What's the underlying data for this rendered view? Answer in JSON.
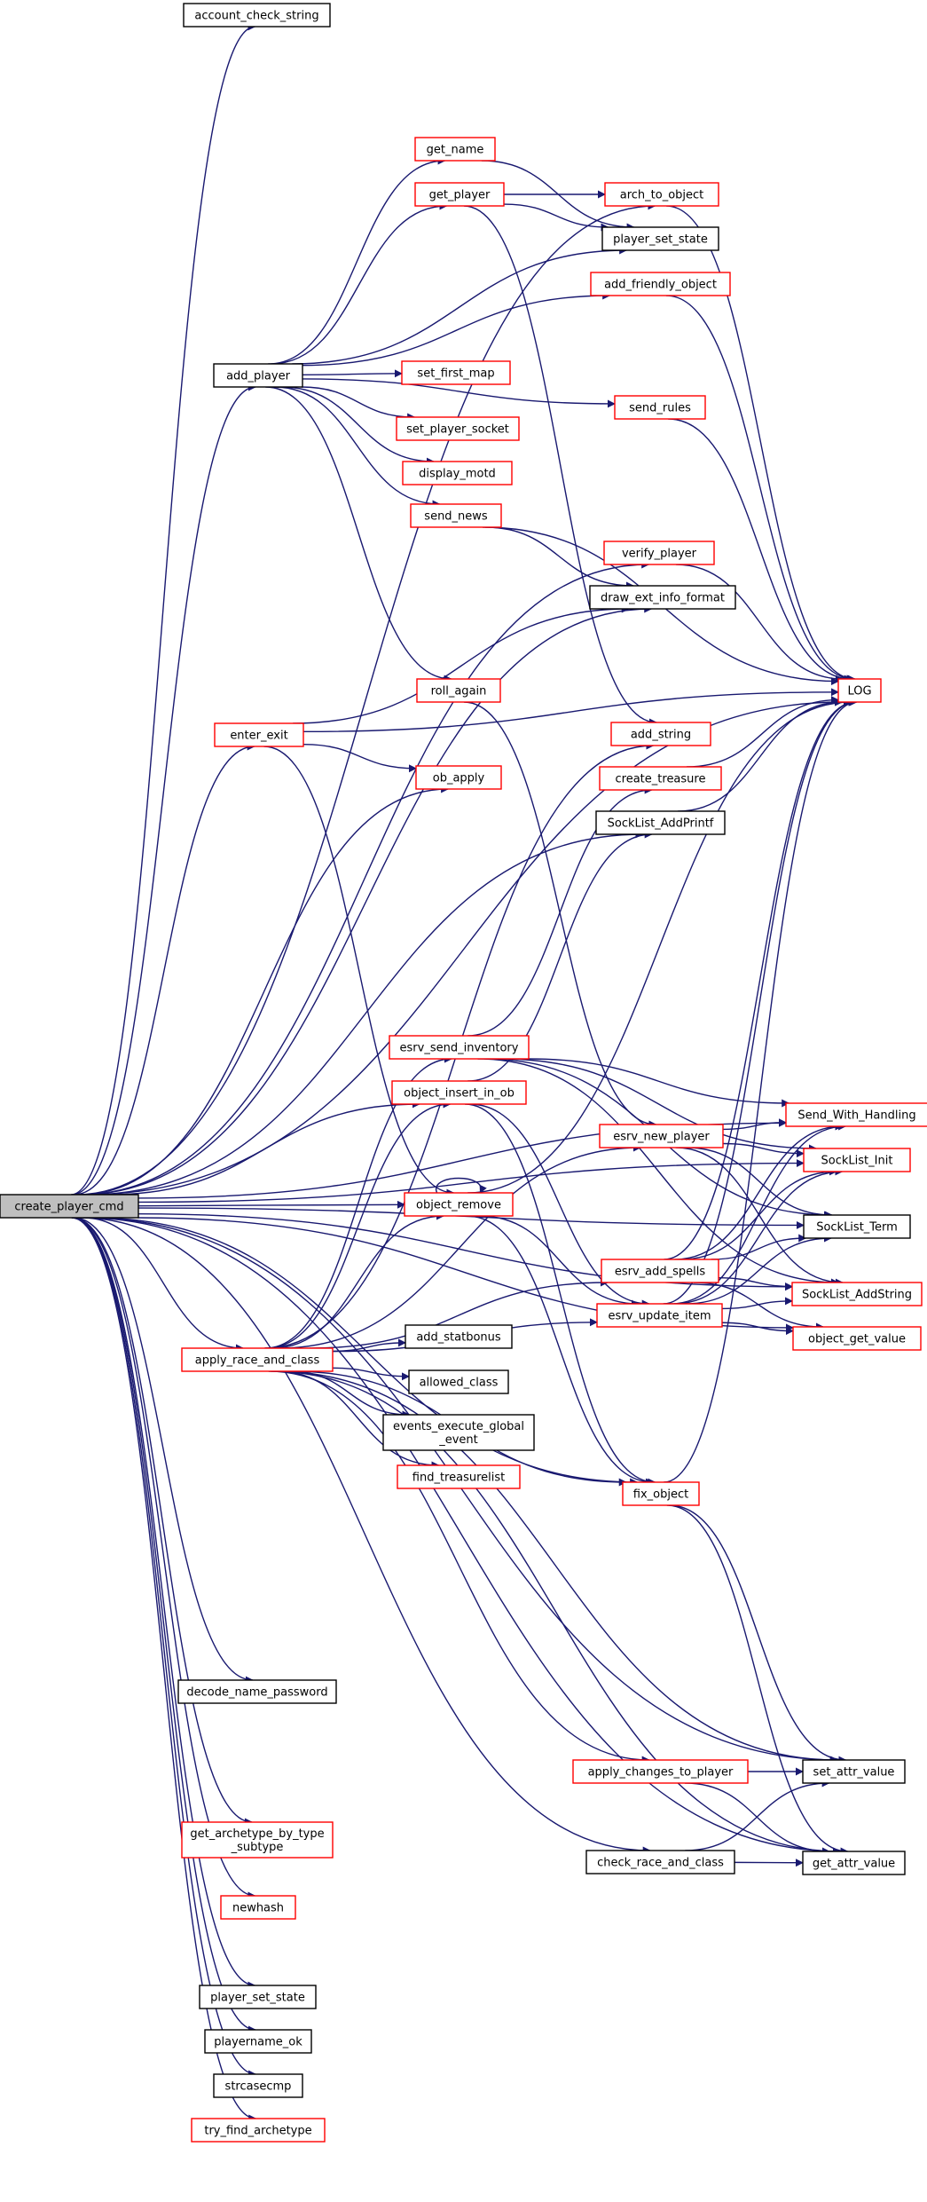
{
  "graph": {
    "root": "create_player_cmd",
    "colors": {
      "root_fill": "#bfbfbf",
      "black_border": "#000000",
      "red_border": "#ff0000",
      "edge": "#191970"
    },
    "nodes": {
      "create_player_cmd": {
        "lines": [
          "create_player_cmd"
        ],
        "border": "root"
      },
      "account_check_string": {
        "lines": [
          "account_check_string"
        ],
        "border": "black"
      },
      "add_player": {
        "lines": [
          "add_player"
        ],
        "border": "black"
      },
      "get_name": {
        "lines": [
          "get_name"
        ],
        "border": "red"
      },
      "get_player": {
        "lines": [
          "get_player"
        ],
        "border": "red"
      },
      "arch_to_object": {
        "lines": [
          "arch_to_object"
        ],
        "border": "red"
      },
      "player_set_state_top": {
        "lines": [
          "player_set_state"
        ],
        "border": "black"
      },
      "add_friendly_object": {
        "lines": [
          "add_friendly_object"
        ],
        "border": "red"
      },
      "set_first_map": {
        "lines": [
          "set_first_map"
        ],
        "border": "red"
      },
      "send_rules": {
        "lines": [
          "send_rules"
        ],
        "border": "red"
      },
      "set_player_socket": {
        "lines": [
          "set_player_socket"
        ],
        "border": "red"
      },
      "display_motd": {
        "lines": [
          "display_motd"
        ],
        "border": "red"
      },
      "send_news": {
        "lines": [
          "send_news"
        ],
        "border": "red"
      },
      "verify_player": {
        "lines": [
          "verify_player"
        ],
        "border": "red"
      },
      "draw_ext_info_format": {
        "lines": [
          "draw_ext_info_format"
        ],
        "border": "black"
      },
      "roll_again": {
        "lines": [
          "roll_again"
        ],
        "border": "red"
      },
      "LOG": {
        "lines": [
          "LOG"
        ],
        "border": "red"
      },
      "enter_exit": {
        "lines": [
          "enter_exit"
        ],
        "border": "red"
      },
      "add_string": {
        "lines": [
          "add_string"
        ],
        "border": "red"
      },
      "ob_apply": {
        "lines": [
          "ob_apply"
        ],
        "border": "red"
      },
      "create_treasure": {
        "lines": [
          "create_treasure"
        ],
        "border": "red"
      },
      "SockList_AddPrintf": {
        "lines": [
          "SockList_AddPrintf"
        ],
        "border": "black"
      },
      "esrv_send_inventory": {
        "lines": [
          "esrv_send_inventory"
        ],
        "border": "red"
      },
      "object_insert_in_ob": {
        "lines": [
          "object_insert_in_ob"
        ],
        "border": "red"
      },
      "Send_With_Handling": {
        "lines": [
          "Send_With_Handling"
        ],
        "border": "red"
      },
      "esrv_new_player": {
        "lines": [
          "esrv_new_player"
        ],
        "border": "red"
      },
      "SockList_Init": {
        "lines": [
          "SockList_Init"
        ],
        "border": "red"
      },
      "object_remove": {
        "lines": [
          "object_remove"
        ],
        "border": "red"
      },
      "SockList_Term": {
        "lines": [
          "SockList_Term"
        ],
        "border": "black"
      },
      "esrv_add_spells": {
        "lines": [
          "esrv_add_spells"
        ],
        "border": "red"
      },
      "SockList_AddString": {
        "lines": [
          "SockList_AddString"
        ],
        "border": "red"
      },
      "esrv_update_item": {
        "lines": [
          "esrv_update_item"
        ],
        "border": "red"
      },
      "object_get_value": {
        "lines": [
          "object_get_value"
        ],
        "border": "red"
      },
      "apply_race_and_class": {
        "lines": [
          "apply_race_and_class"
        ],
        "border": "red"
      },
      "add_statbonus": {
        "lines": [
          "add_statbonus"
        ],
        "border": "black"
      },
      "allowed_class": {
        "lines": [
          "allowed_class"
        ],
        "border": "black"
      },
      "events_execute_global_event": {
        "lines": [
          "events_execute_global",
          "_event"
        ],
        "border": "black"
      },
      "find_treasurelist": {
        "lines": [
          "find_treasurelist"
        ],
        "border": "red"
      },
      "fix_object": {
        "lines": [
          "fix_object"
        ],
        "border": "red"
      },
      "decode_name_password": {
        "lines": [
          "decode_name_password"
        ],
        "border": "black"
      },
      "apply_changes_to_player": {
        "lines": [
          "apply_changes_to_player"
        ],
        "border": "red"
      },
      "set_attr_value": {
        "lines": [
          "set_attr_value"
        ],
        "border": "black"
      },
      "get_archetype_by_type_subtype": {
        "lines": [
          "get_archetype_by_type",
          "_subtype"
        ],
        "border": "red"
      },
      "check_race_and_class": {
        "lines": [
          "check_race_and_class"
        ],
        "border": "black"
      },
      "get_attr_value": {
        "lines": [
          "get_attr_value"
        ],
        "border": "black"
      },
      "newhash": {
        "lines": [
          "newhash"
        ],
        "border": "red"
      },
      "player_set_state_bottom": {
        "lines": [
          "player_set_state"
        ],
        "border": "black"
      },
      "playername_ok": {
        "lines": [
          "playername_ok"
        ],
        "border": "black"
      },
      "strcasecmp": {
        "lines": [
          "strcasecmp"
        ],
        "border": "black"
      },
      "try_find_archetype": {
        "lines": [
          "try_find_archetype"
        ],
        "border": "red"
      }
    },
    "edges": [
      [
        "create_player_cmd",
        "account_check_string"
      ],
      [
        "create_player_cmd",
        "LOG"
      ],
      [
        "create_player_cmd",
        "arch_to_object"
      ],
      [
        "create_player_cmd",
        "add_player"
      ],
      [
        "create_player_cmd",
        "verify_player"
      ],
      [
        "create_player_cmd",
        "draw_ext_info_format"
      ],
      [
        "create_player_cmd",
        "enter_exit"
      ],
      [
        "create_player_cmd",
        "ob_apply"
      ],
      [
        "create_player_cmd",
        "SockList_AddPrintf"
      ],
      [
        "create_player_cmd",
        "Send_With_Handling"
      ],
      [
        "create_player_cmd",
        "SockList_Init"
      ],
      [
        "create_player_cmd",
        "object_insert_in_ob"
      ],
      [
        "create_player_cmd",
        "SockList_Term"
      ],
      [
        "create_player_cmd",
        "object_remove"
      ],
      [
        "create_player_cmd",
        "fix_object"
      ],
      [
        "create_player_cmd",
        "SockList_AddString"
      ],
      [
        "create_player_cmd",
        "apply_race_and_class"
      ],
      [
        "create_player_cmd",
        "object_get_value"
      ],
      [
        "create_player_cmd",
        "decode_name_password"
      ],
      [
        "create_player_cmd",
        "set_attr_value"
      ],
      [
        "create_player_cmd",
        "get_archetype_by_type_subtype"
      ],
      [
        "create_player_cmd",
        "newhash"
      ],
      [
        "create_player_cmd",
        "check_race_and_class"
      ],
      [
        "create_player_cmd",
        "player_set_state_bottom"
      ],
      [
        "create_player_cmd",
        "playername_ok"
      ],
      [
        "create_player_cmd",
        "strcasecmp"
      ],
      [
        "create_player_cmd",
        "try_find_archetype"
      ],
      [
        "create_player_cmd",
        "get_attr_value"
      ],
      [
        "add_player",
        "get_name"
      ],
      [
        "add_player",
        "get_player"
      ],
      [
        "add_player",
        "player_set_state_top"
      ],
      [
        "add_player",
        "add_friendly_object"
      ],
      [
        "add_player",
        "set_first_map"
      ],
      [
        "add_player",
        "send_rules"
      ],
      [
        "add_player",
        "set_player_socket"
      ],
      [
        "add_player",
        "display_motd"
      ],
      [
        "add_player",
        "send_news"
      ],
      [
        "add_player",
        "roll_again"
      ],
      [
        "get_name",
        "player_set_state_top"
      ],
      [
        "get_player",
        "arch_to_object"
      ],
      [
        "get_player",
        "player_set_state_top"
      ],
      [
        "get_player",
        "add_string"
      ],
      [
        "arch_to_object",
        "LOG"
      ],
      [
        "add_friendly_object",
        "LOG"
      ],
      [
        "send_rules",
        "LOG"
      ],
      [
        "send_news",
        "LOG"
      ],
      [
        "send_news",
        "draw_ext_info_format"
      ],
      [
        "verify_player",
        "LOG"
      ],
      [
        "roll_again",
        "esrv_new_player"
      ],
      [
        "enter_exit",
        "draw_ext_info_format"
      ],
      [
        "enter_exit",
        "LOG"
      ],
      [
        "enter_exit",
        "ob_apply"
      ],
      [
        "enter_exit",
        "object_remove"
      ],
      [
        "create_treasure",
        "LOG"
      ],
      [
        "SockList_AddPrintf",
        "LOG"
      ],
      [
        "esrv_send_inventory",
        "create_treasure"
      ],
      [
        "esrv_send_inventory",
        "Send_With_Handling"
      ],
      [
        "esrv_send_inventory",
        "SockList_Init"
      ],
      [
        "esrv_send_inventory",
        "SockList_Term"
      ],
      [
        "esrv_send_inventory",
        "SockList_AddString"
      ],
      [
        "object_insert_in_ob",
        "SockList_AddPrintf"
      ],
      [
        "object_insert_in_ob",
        "esrv_update_item"
      ],
      [
        "object_insert_in_ob",
        "fix_object"
      ],
      [
        "esrv_new_player",
        "Send_With_Handling"
      ],
      [
        "esrv_new_player",
        "SockList_Init"
      ],
      [
        "esrv_new_player",
        "SockList_Term"
      ],
      [
        "esrv_new_player",
        "SockList_AddString"
      ],
      [
        "object_remove",
        "object_remove"
      ],
      [
        "object_remove",
        "LOG"
      ],
      [
        "object_remove",
        "esrv_update_item"
      ],
      [
        "object_remove",
        "fix_object"
      ],
      [
        "esrv_add_spells",
        "LOG"
      ],
      [
        "esrv_add_spells",
        "Send_With_Handling"
      ],
      [
        "esrv_add_spells",
        "SockList_Init"
      ],
      [
        "esrv_add_spells",
        "SockList_Term"
      ],
      [
        "esrv_add_spells",
        "SockList_AddString"
      ],
      [
        "esrv_add_spells",
        "object_get_value"
      ],
      [
        "esrv_update_item",
        "LOG"
      ],
      [
        "esrv_update_item",
        "Send_With_Handling"
      ],
      [
        "esrv_update_item",
        "SockList_Init"
      ],
      [
        "esrv_update_item",
        "SockList_Term"
      ],
      [
        "esrv_update_item",
        "SockList_AddString"
      ],
      [
        "esrv_update_item",
        "object_get_value"
      ],
      [
        "apply_race_and_class",
        "add_string"
      ],
      [
        "apply_race_and_class",
        "esrv_send_inventory"
      ],
      [
        "apply_race_and_class",
        "object_insert_in_ob"
      ],
      [
        "apply_race_and_class",
        "object_remove"
      ],
      [
        "apply_race_and_class",
        "esrv_new_player"
      ],
      [
        "apply_race_and_class",
        "esrv_add_spells"
      ],
      [
        "apply_race_and_class",
        "esrv_update_item"
      ],
      [
        "apply_race_and_class",
        "add_statbonus"
      ],
      [
        "apply_race_and_class",
        "allowed_class"
      ],
      [
        "apply_race_and_class",
        "events_execute_global_event"
      ],
      [
        "apply_race_and_class",
        "find_treasurelist"
      ],
      [
        "apply_race_and_class",
        "fix_object"
      ],
      [
        "apply_race_and_class",
        "apply_changes_to_player"
      ],
      [
        "apply_race_and_class",
        "set_attr_value"
      ],
      [
        "apply_race_and_class",
        "get_attr_value"
      ],
      [
        "fix_object",
        "LOG"
      ],
      [
        "fix_object",
        "set_attr_value"
      ],
      [
        "fix_object",
        "get_attr_value"
      ],
      [
        "apply_changes_to_player",
        "set_attr_value"
      ],
      [
        "apply_changes_to_player",
        "get_attr_value"
      ],
      [
        "check_race_and_class",
        "set_attr_value"
      ],
      [
        "check_race_and_class",
        "get_attr_value"
      ]
    ]
  }
}
